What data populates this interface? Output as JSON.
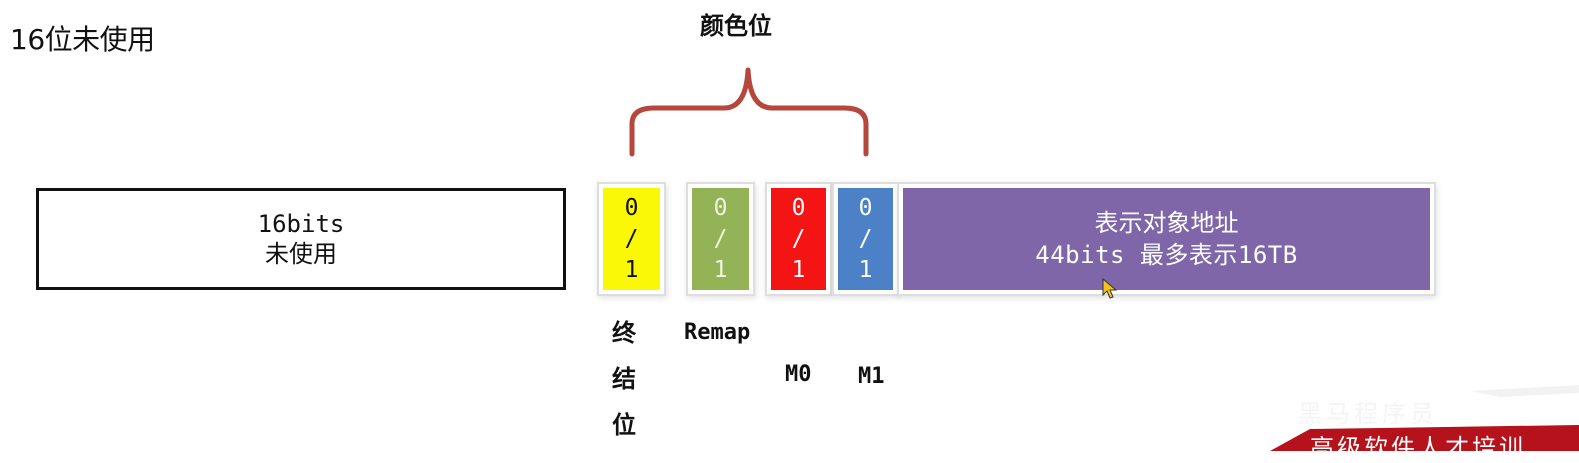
{
  "top_label": "16位未使用",
  "color_bits_title": "颜色位",
  "unused_block": {
    "line1": "16bits",
    "line2": "未使用"
  },
  "bits": {
    "final": {
      "top": "0",
      "slash": "/",
      "bottom": "1",
      "label": "终结位",
      "color": "#fbf805"
    },
    "remap": {
      "top": "0",
      "slash": "/",
      "bottom": "1",
      "label": "Remap",
      "color": "#93b356"
    },
    "m0": {
      "top": "0",
      "slash": "/",
      "bottom": "1",
      "label": "M0",
      "color": "#f51414"
    },
    "m1": {
      "top": "0",
      "slash": "/",
      "bottom": "1",
      "label": "M1",
      "color": "#4c81c7"
    }
  },
  "address_block": {
    "line1": "表示对象地址",
    "line2": "44bits 最多表示16TB",
    "color": "#7e66a8"
  },
  "brace_color": "#b5473c",
  "watermark": {
    "line1": "黑马程序员",
    "line2": "高级软件人才培训"
  }
}
